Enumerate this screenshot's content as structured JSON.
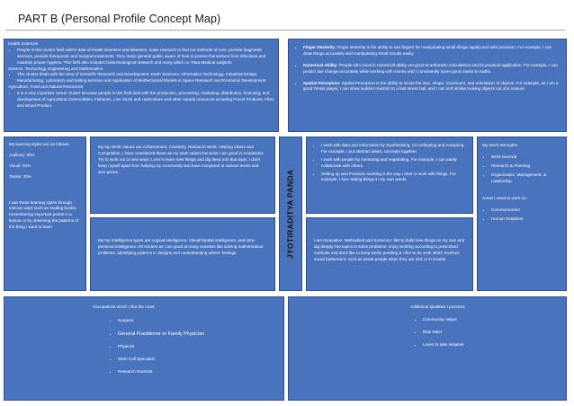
{
  "title": "PART B (Personal Profile Concept Map)",
  "sciences": {
    "health_heading": "Health Sciences",
    "health_bullet": "People in this cluster field collect data of health disorders and diseases, make research to find out methods of cure, provide diagnostic services, provide therapeutic and surgical treatments. They make general public aware of how to protect themselves from infections and maintain proper hygiene. This field also includes biotechnological research and many allied i.e. Para Medical subjects",
    "ste_heading": "Science, Technology, Engineering and Mathematics",
    "ste_bullet": "This cluster deals with the area of Scientific Research and Development, Earth Sciences, Information Technology, Industrial Design, Manufacturing, Laboratory and testing services and Application of Mathematical Models in Space Research and Economic Development",
    "agri_heading": "Agriculture, Food and Natural Resources",
    "agri_bullet": "It is a very important career cluster because people in this field deal with the production, processing, marketing, distribution, financing, and development of Agricultural Commodities, Fisheries, Live Stock and Horticulture and other natural resources including Forest Products, Fibre and Wood Product."
  },
  "abilities": [
    {
      "name": "Finger Dexterity",
      "text": ": Finger dexterity is the ability to use fingers for manipulating small things rapidly and with precision. For example, I can draw things accurately and manipulating small circuits easily."
    },
    {
      "name": "Numerical Ability",
      "text": ": People who excel in numerical ability are good at arithmetic calculations and its practical application. For example, I can predict due change accurately while working with money and I consistently score good marks in maths."
    },
    {
      "name": "Spatial Perception",
      "text": ": Spatial Perception is the ability to sense the size, shape, movement, and orientation of objects. For example, as I am a good Tennis player, I can show sudden reaction to a fast tennis ball, and I can sort similar looking objects out of a mixture."
    }
  ],
  "learning": {
    "intro": "My learning styles are as follows-",
    "auditory": "Auditory: 30%",
    "visual": "Visual: 40%",
    "tactile": "Tactile: 30%",
    "use_text": "I use these learning styles through various ways such as reading books, remembering important points in a lecture or by observing the patterns of the thing I want to learn"
  },
  "values": "My top Work Values are Achievement, Creativity, Research Work, Helping others and Competition. I have considered these as my work values because I am good in Academics. Try to work out in new ways; Love to learn new things and dig deep into that topic; I don't keep myself apart from helping my community and have competed at various levels and won prizes.",
  "intelligence": "My top intelligence types are Logical intelligence, Visual/Spatial intelligence, and intra-personal intelligence. It's evident as I am good at many activities like solving mathematical problems, identifying patterns in designs and understanding others' feelings.",
  "name": "JYOTIRADITYA PANDA",
  "synth": [
    "I work with data and information by Synthesising, Co-ordinating and Analysing. For example, I put abstract ideas, concepts together.",
    "I work with people by mentoring and negotiating. For example, I can easily collaborate with others.",
    "Setting up and Precision working is the way I deal or work with things. For example, I love writing things in my own words."
  ],
  "innovative": "I am Innovative, Methodical and Social as I like to build new things on my own and dig deeply into topics to solve problems, enjoy working according to prescribed methods and don't like to keep works pending & I like to do work which involves social betterment, such as assist people when they are sick or in trouble.",
  "work": {
    "strengths_label": "My Work Strengths:",
    "strengths": [
      "Work Survival",
      "Research & Planning",
      "Organization, Management, & Leadership"
    ],
    "improve_label": "Areas I need to work on:",
    "improve": [
      "Communication",
      "Human Relations"
    ]
  },
  "occupations": {
    "label": "Occupations which I like the most:",
    "items": [
      "Surgeon",
      "General Practitioner or Family Physician",
      "Physicist",
      "Stem Cell Specialist",
      "Research Scientist"
    ]
  },
  "additional": {
    "label": "Additional Qualities I possess:",
    "items": [
      "Community Helper",
      "Risk Taker",
      "Loves to take Initiative"
    ]
  }
}
